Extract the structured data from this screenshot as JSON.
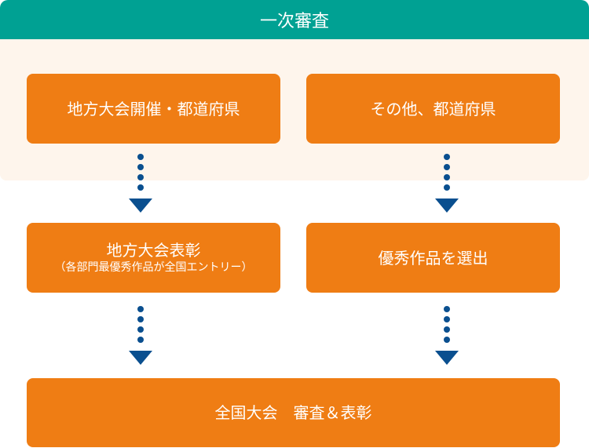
{
  "header": {
    "title": "一次審査"
  },
  "stage1": {
    "left": {
      "label": "地方大会開催・都道府県"
    },
    "right": {
      "label": "その他、都道府県"
    }
  },
  "stage2": {
    "left": {
      "label": "地方大会表彰",
      "sublabel": "（各部門最優秀作品が全国エントリー）"
    },
    "right": {
      "label": "優秀作品を選出"
    }
  },
  "stage3": {
    "label": "全国大会　審査＆表彰"
  },
  "colors": {
    "header": "#00a193",
    "stage_background": "#fef5ec",
    "box": "#ef7d14",
    "arrow": "#0a4f8f"
  }
}
